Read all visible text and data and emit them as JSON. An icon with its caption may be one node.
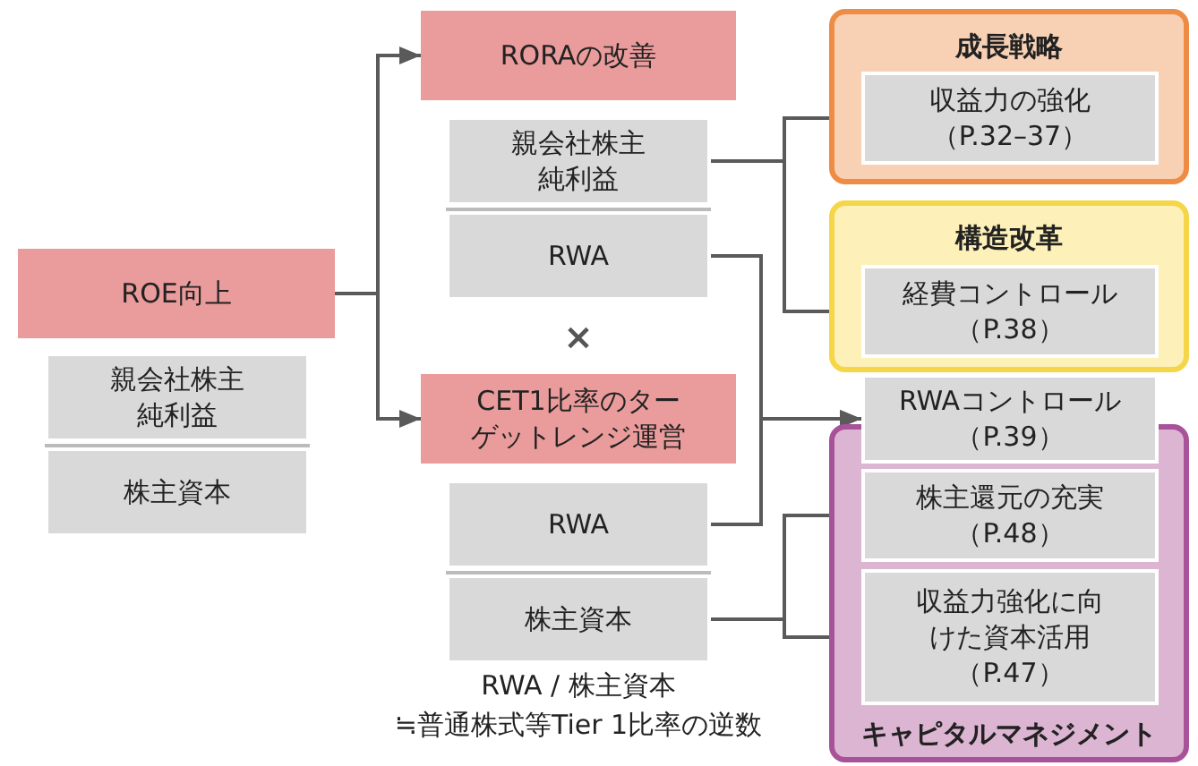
{
  "diagram": {
    "nodes": [
      {
        "text": [
          "ROE向上"
        ]
      },
      {
        "text": [
          "親会社株主純利益"
        ]
      },
      {
        "text": [
          "株主資本"
        ]
      },
      {
        "text": [
          "RORAの改善"
        ]
      },
      {
        "text": [
          "親会社株主純利益"
        ]
      },
      {
        "text": [
          "RWA"
        ]
      },
      {
        "text": [
          "CET1比率のターゲットレンジ運営"
        ]
      },
      {
        "text": [
          "RWA"
        ]
      },
      {
        "text": [
          "株主資本"
        ]
      },
      {
        "text": [
          "成長戦略"
        ]
      },
      {
        "text": [
          "収益力の強化（P.32–37）"
        ],
        "in": 9
      },
      {
        "text": [
          "構造改革"
        ]
      },
      {
        "text": [
          "経費コントロール（P.38）"
        ],
        "in": 11
      },
      {
        "text": [
          "RWAコントロール（P.39）"
        ]
      },
      {
        "text": [
          "キャピタルマネジメント"
        ]
      },
      {
        "text": [
          "株主還元の充実（P.48）"
        ],
        "in": 14
      },
      {
        "text": [
          "収益力強化に向けた資本活用（P.47）"
        ],
        "in": 14
      }
    ],
    "edges": [
      {
        "from": 0,
        "to": 3,
        "arrow": "to"
      },
      {
        "from": 0,
        "to": 6,
        "arrow": "to"
      },
      {
        "from": 4,
        "to": 10,
        "arrow": "to"
      },
      {
        "from": 4,
        "to": 12,
        "arrow": "to"
      },
      {
        "from": 5,
        "to": 13,
        "arrow": "to"
      },
      {
        "from": 7,
        "to": 13,
        "arrow": "to"
      },
      {
        "from": 8,
        "to": 15,
        "arrow": "to"
      },
      {
        "from": 8,
        "to": 16,
        "arrow": "to"
      }
    ],
    "labels": [
      "×",
      "RWA / 株主資本",
      "≒普通株式等Tier 1比率の逆数"
    ]
  }
}
